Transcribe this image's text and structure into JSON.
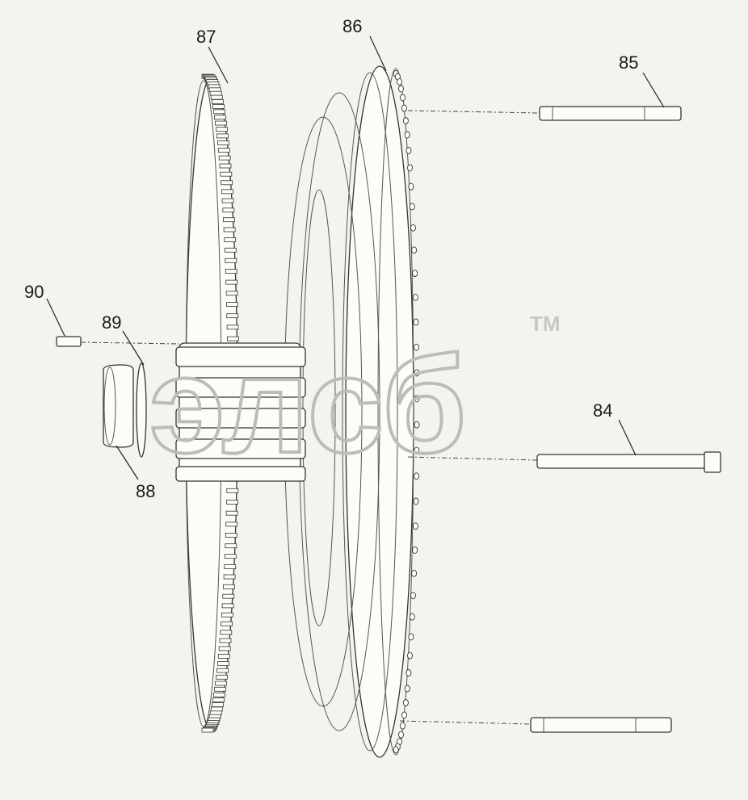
{
  "watermark": {
    "text": "элсб",
    "tm": "TM"
  },
  "callouts": [
    {
      "id": "84",
      "label": "84"
    },
    {
      "id": "85",
      "label": "85"
    },
    {
      "id": "86",
      "label": "86"
    },
    {
      "id": "87",
      "label": "87"
    },
    {
      "id": "88",
      "label": "88"
    },
    {
      "id": "89",
      "label": "89"
    },
    {
      "id": "90",
      "label": "90"
    }
  ]
}
